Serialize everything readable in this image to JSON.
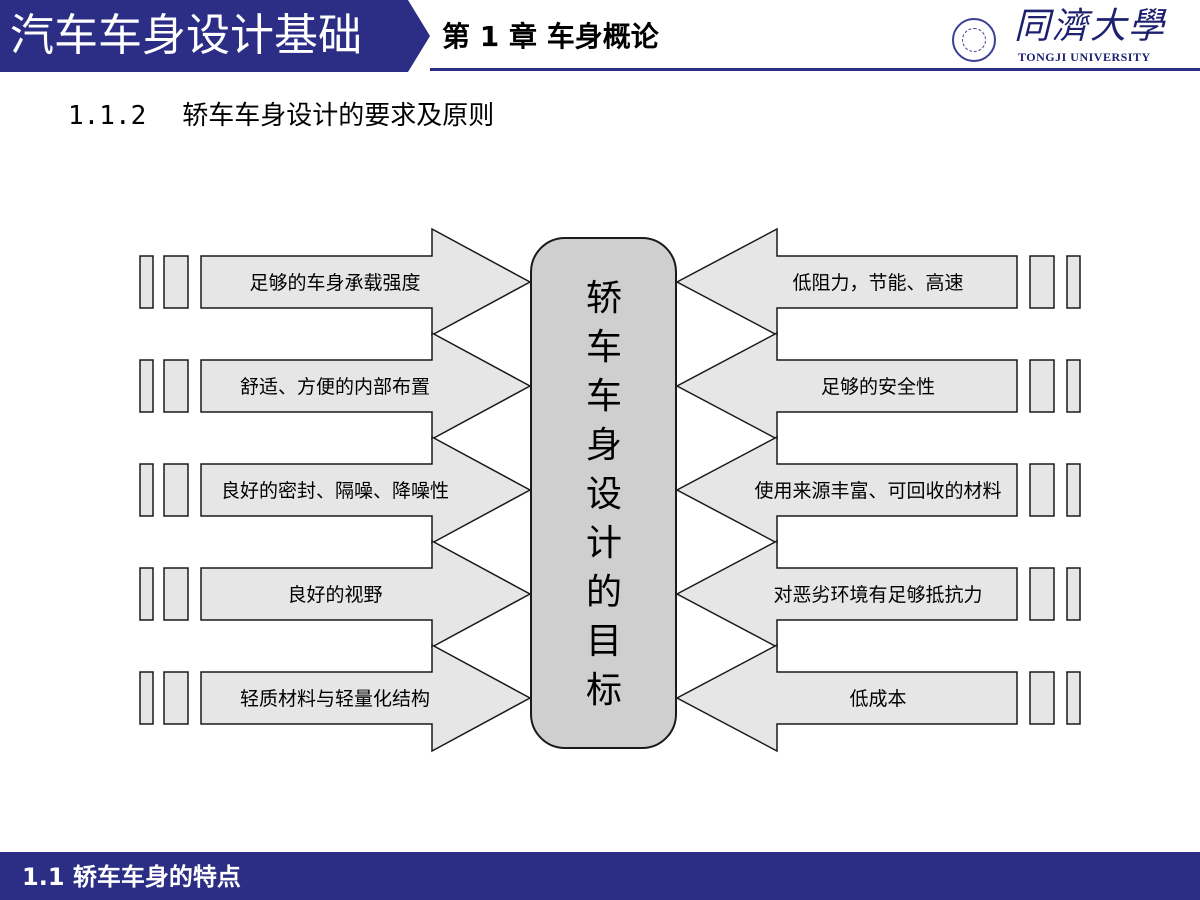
{
  "header": {
    "course_title": "汽车车身设计基础",
    "chapter_title": "第 1 章  车身概论",
    "logo_script": "同濟大學",
    "logo_english": "TONGJI UNIVERSITY"
  },
  "section": {
    "number": "1.1.2",
    "title": "轿车车身设计的要求及原则"
  },
  "diagram": {
    "center_label": "轿车车身设计的目标",
    "left_items": [
      "足够的车身承载强度",
      "舒适、方便的内部布置",
      "良好的密封、隔噪、降噪性",
      "良好的视野",
      "轻质材料与轻量化结构"
    ],
    "right_items": [
      "低阻力，节能、高速",
      "足够的安全性",
      "使用来源丰富、可回收的材料",
      "对恶劣环境有足够抵抗力",
      "低成本"
    ],
    "colors": {
      "arrow_fill": "#e6e6e6",
      "center_fill": "#cfcfcf",
      "stroke": "#1a1a1a"
    }
  },
  "footer": {
    "text": "1.1   轿车车身的特点"
  }
}
